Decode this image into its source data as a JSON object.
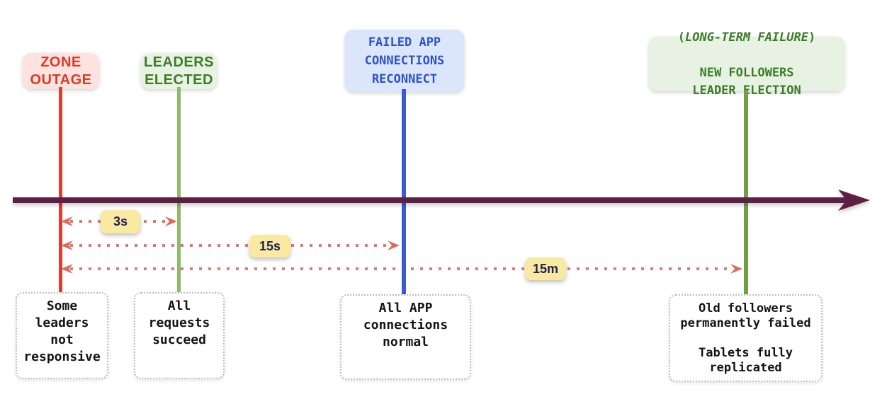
{
  "diagram": {
    "title": "zone-outage-recovery-timeline",
    "timeline_color": "#5d2043",
    "duration_dot_color": "#dd7b6e",
    "badge": {
      "bg": "#f9e9a1",
      "text_color": "#1e2057"
    },
    "events": [
      {
        "name": "zone-outage",
        "label": "ZONE\nOUTAGE",
        "text_color": "#d93b27",
        "bg_color": "#fce3e0",
        "line_color": "#e5392b",
        "note": "Some\nleaders\nnot\nresponsive"
      },
      {
        "name": "leaders-elected",
        "label": "LEADERS\nELECTED",
        "text_color": "#3d7c29",
        "bg_color": "#e8f2e3",
        "line_color": "#8cb96a",
        "note": "All\nrequests\nsucceed"
      },
      {
        "name": "failed-app-connections-reconnect",
        "label": "FAILED APP\nCONNECTIONS\nRECONNECT",
        "text_color": "#2e52c9",
        "bg_color": "#dce6fa",
        "line_color": "#3a58d8",
        "note": "All APP\nconnections\nnormal"
      },
      {
        "name": "long-term-failure-new-followers-leader-election",
        "label_open": "(",
        "label_italic": "LONG-TERM FAILURE",
        "label_close": ")",
        "label_rest": "NEW FOLLOWERS\nLEADER ELECTION",
        "text_color": "#3d7c29",
        "bg_color": "#e8f2e3",
        "line_color": "#6fa046",
        "note": "Old followers\npermanently failed\n\nTablets fully\nreplicated"
      }
    ],
    "durations": [
      {
        "name": "outage-to-election",
        "label": "3s"
      },
      {
        "name": "outage-to-reconnect",
        "label": "15s"
      },
      {
        "name": "outage-to-new-followers",
        "label": "15m"
      }
    ]
  }
}
